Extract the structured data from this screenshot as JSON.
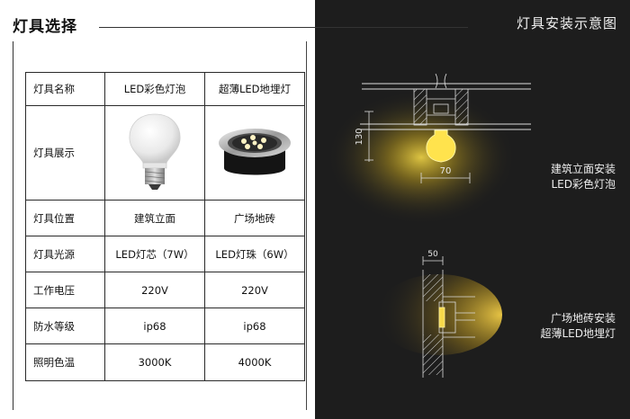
{
  "header": {
    "left_title": "灯具选择",
    "right_title": "灯具安装示意图"
  },
  "table": {
    "col_headers": [
      "灯具名称",
      "LED彩色灯泡",
      "超薄LED地埋灯"
    ],
    "display_label": "灯具展示",
    "rows": [
      {
        "label": "灯具位置",
        "a": "建筑立面",
        "b": "广场地砖"
      },
      {
        "label": "灯具光源",
        "a": "LED灯芯（7W）",
        "b": "LED灯珠（6W）"
      },
      {
        "label": "工作电压",
        "a": "220V",
        "b": "220V"
      },
      {
        "label": "防水等级",
        "a": "ip68",
        "b": "ip68"
      },
      {
        "label": "照明色温",
        "a": "3000K",
        "b": "4000K"
      }
    ]
  },
  "diagram": {
    "top_label_line1": "建筑立面安装",
    "top_label_line2": "LED彩色灯泡",
    "dim_height": "130",
    "dim_width": "70",
    "bottom_label_line1": "广场地砖安装",
    "bottom_label_line2": "超薄LED地埋灯",
    "dim_small": "50"
  },
  "colors": {
    "dark_bg": "#1d1d1d",
    "glow": "#f6d23a"
  }
}
